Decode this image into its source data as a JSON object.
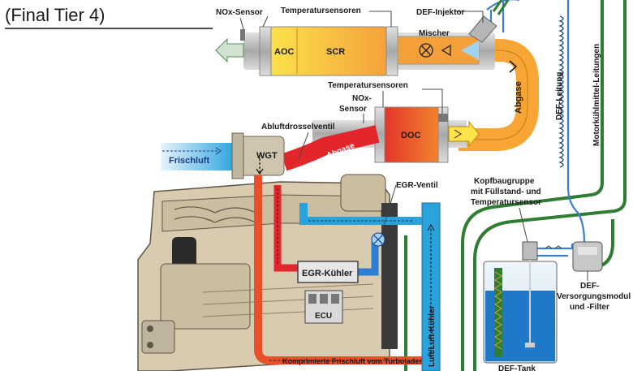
{
  "title": "(Final Tier 4)",
  "labels": {
    "nox_sensor_top": "NOx-Sensor",
    "temp_sensors_top": "Temperatursensoren",
    "def_injector": "DEF-Injektor",
    "aoc": "AOC",
    "scr": "SCR",
    "mixer": "Mischer",
    "temp_sensors_mid": "Temperatursensoren",
    "nox_sensor_mid_1": "NOx-",
    "nox_sensor_mid_2": "Sensor",
    "doc": "DOC",
    "exhaust_right": "Abgase",
    "exhaust_left": "Abgase",
    "exhaust_throttle": "Abluftdrosselventil",
    "wgt": "WGT",
    "fresh_air": "Frischluft",
    "egr_valve": "EGR-Ventil",
    "egr_cooler": "EGR-Kühler",
    "ecu": "ECU",
    "compressed_air": "Komprimierte Frischluft vom Turbolader",
    "air_cooler": "Luft/Luft-Kühler",
    "def_line": "DEF-Leitung",
    "coolant_lines": "Motorkühlmittel-Leitungen",
    "head_1": "Kopfbaugruppe",
    "head_2": "mit Füllstand- und",
    "head_3": "Temperatursensor",
    "supply_1": "DEF-",
    "supply_2": "Versorgungsmodul",
    "supply_3": "und -Filter",
    "def_tank": "DEF-Tank"
  },
  "colors": {
    "exhaust_hot": "#e3262b",
    "exhaust_warm": "#f7a535",
    "coolant": "#2f7d32",
    "def": "#3a7fd0",
    "fresh_air": "#2aa3dd",
    "engine": "#d8cbb0",
    "compressed": "#e8502a"
  }
}
